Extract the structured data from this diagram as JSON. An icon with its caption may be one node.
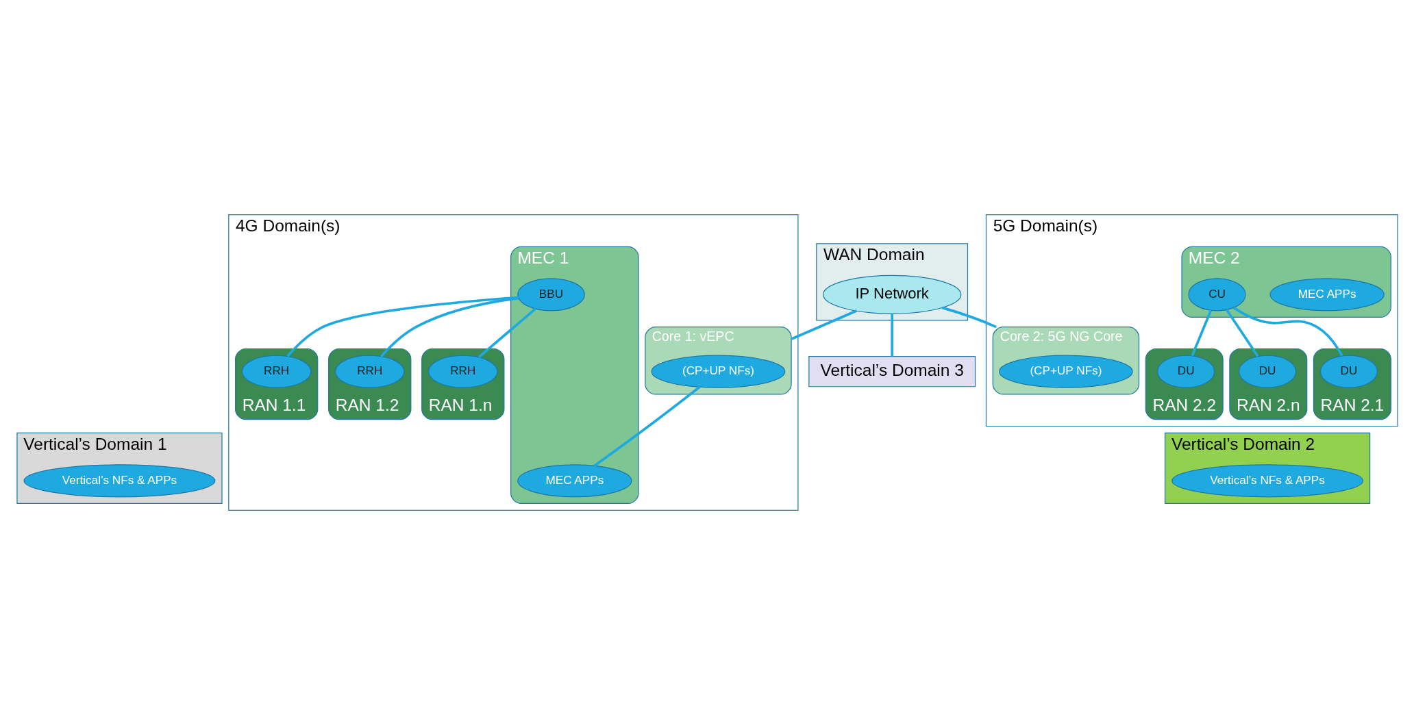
{
  "diagram": {
    "nodes": [
      {
        "text": [
          "WAN Domain"
        ]
      },
      {
        "text": [
          "IP Network"
        ],
        "in": 0
      },
      {
        "text": [
          "Vertical’s Domain 3"
        ]
      },
      {
        "text": [
          "4G Domain(s)"
        ]
      },
      {
        "text": [
          "Core 1: vEPC"
        ],
        "in": 3
      },
      {
        "text": [
          "(CP+UP NFs)"
        ],
        "in": 4
      },
      {
        "text": [
          "MEC 1"
        ],
        "in": 3
      },
      {
        "text": [
          "MEC APPs"
        ],
        "in": 6
      },
      {
        "text": [
          "BBU"
        ],
        "in": 6
      },
      {
        "text": [
          "RAN 1.1"
        ],
        "in": 3
      },
      {
        "text": [
          "RRH"
        ],
        "in": 9
      },
      {
        "text": [
          "RAN 1.2"
        ],
        "in": 3
      },
      {
        "text": [
          "RRH"
        ],
        "in": 11
      },
      {
        "text": [
          "RAN 1.n"
        ],
        "in": 3
      },
      {
        "text": [
          "RRH"
        ],
        "in": 13
      },
      {
        "text": [
          "5G Domain(s)"
        ]
      },
      {
        "text": [
          "Core 2: 5G NG Core"
        ],
        "in": 15
      },
      {
        "text": [
          "(CP+UP NFs)"
        ],
        "in": 16
      },
      {
        "text": [
          "MEC 2"
        ],
        "in": 15
      },
      {
        "text": [
          "MEC APPs"
        ],
        "in": 18
      },
      {
        "text": [
          "CU"
        ],
        "in": 18
      },
      {
        "text": [
          "RAN 2.1"
        ],
        "in": 15
      },
      {
        "text": [
          "DU"
        ],
        "in": 21
      },
      {
        "text": [
          "RAN 2.2"
        ],
        "in": 15
      },
      {
        "text": [
          "DU"
        ],
        "in": 23
      },
      {
        "text": [
          "RAN 2.n"
        ],
        "in": 15
      },
      {
        "text": [
          "DU"
        ],
        "in": 25
      },
      {
        "text": [
          "Vertical’s Domain 1"
        ]
      },
      {
        "text": [
          "Vertical’s NFs & APPs"
        ],
        "in": 27
      },
      {
        "text": [
          "Vertical’s Domain 2"
        ]
      },
      {
        "text": [
          "Vertical’s NFs & APPs"
        ],
        "in": 29
      }
    ],
    "edges": [
      {
        "from": 1,
        "to": 2,
        "arrow": "none"
      },
      {
        "from": 1,
        "to": 4,
        "arrow": "none"
      },
      {
        "from": 1,
        "to": 16,
        "arrow": "none"
      },
      {
        "from": 5,
        "to": 7,
        "arrow": "none"
      },
      {
        "from": 8,
        "to": 10,
        "arrow": "none"
      },
      {
        "from": 8,
        "to": 12,
        "arrow": "none"
      },
      {
        "from": 8,
        "to": 14,
        "arrow": "none"
      },
      {
        "from": 20,
        "to": 22,
        "arrow": "none"
      },
      {
        "from": 20,
        "to": 24,
        "arrow": "none"
      },
      {
        "from": 20,
        "to": 26,
        "arrow": "none"
      }
    ]
  }
}
